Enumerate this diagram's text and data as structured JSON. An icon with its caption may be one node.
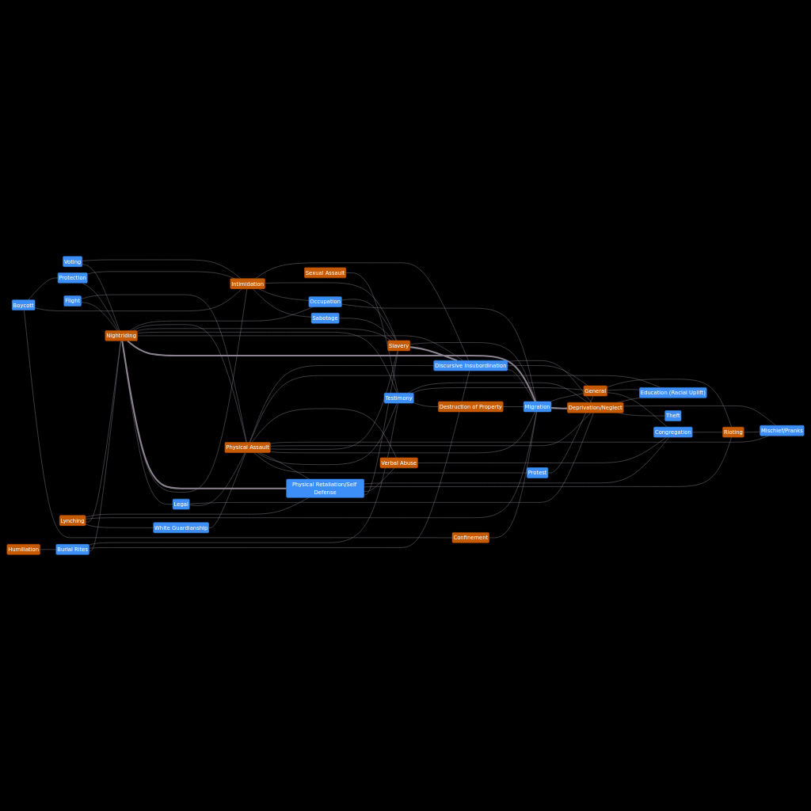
{
  "diagram": {
    "nodes": [
      {
        "text": [
          "Voting"
        ]
      },
      {
        "text": [
          "Humiliation"
        ]
      },
      {
        "text": [
          "Burial Rites"
        ]
      },
      {
        "text": [
          "Boycott"
        ]
      },
      {
        "text": [
          "Flight"
        ]
      },
      {
        "text": [
          "Protection"
        ]
      },
      {
        "text": [
          "White Guardianship"
        ]
      },
      {
        "text": [
          "Confinement"
        ]
      },
      {
        "text": [
          "Lynching"
        ]
      },
      {
        "text": [
          "Nightriding"
        ]
      },
      {
        "text": [
          "Intimidation"
        ]
      },
      {
        "text": [
          "Legal"
        ]
      },
      {
        "text": [
          "Sabotage"
        ]
      },
      {
        "text": [
          "Sexual Assault"
        ]
      },
      {
        "text": [
          "Physical Assault"
        ]
      },
      {
        "text": [
          "Occupation"
        ]
      },
      {
        "text": [
          "Physical Retaliation/Self Defense"
        ]
      },
      {
        "text": [
          "Testimony"
        ]
      },
      {
        "text": [
          "Protest"
        ]
      },
      {
        "text": [
          "Slavery"
        ]
      },
      {
        "text": [
          "Discursive Insubordination"
        ]
      },
      {
        "text": [
          "Destruction of Property"
        ]
      },
      {
        "text": [
          "Verbal Abuse"
        ]
      },
      {
        "text": [
          "Migration"
        ]
      },
      {
        "text": [
          "Deprivation/Neglect"
        ]
      },
      {
        "text": [
          "Mischief/Pranks"
        ]
      },
      {
        "text": [
          "General"
        ]
      },
      {
        "text": [
          "Theft"
        ]
      },
      {
        "text": [
          "Congregation"
        ]
      },
      {
        "text": [
          "Rioting"
        ]
      },
      {
        "text": [
          "Education (Racial Uplift)"
        ]
      }
    ],
    "edges": [
      {
        "from": 1,
        "to": 2,
        "arrow": "none"
      },
      {
        "from": 0,
        "to": 9,
        "arrow": "none"
      },
      {
        "from": 0,
        "to": 10,
        "arrow": "none"
      },
      {
        "from": 3,
        "to": 7,
        "arrow": "none"
      },
      {
        "from": 3,
        "to": 10,
        "arrow": "none"
      },
      {
        "from": 3,
        "to": 5,
        "arrow": "none"
      },
      {
        "from": 5,
        "to": 9,
        "arrow": "none"
      },
      {
        "from": 5,
        "to": 10,
        "arrow": "none"
      },
      {
        "from": 7,
        "to": 23,
        "arrow": "none"
      },
      {
        "from": 4,
        "to": 9,
        "arrow": "none"
      },
      {
        "from": 4,
        "to": 14,
        "arrow": "none"
      },
      {
        "from": 2,
        "to": 9,
        "arrow": "none"
      },
      {
        "from": 2,
        "to": 20,
        "arrow": "none"
      },
      {
        "from": 2,
        "to": 17,
        "arrow": "none"
      },
      {
        "from": 8,
        "to": 6,
        "arrow": "none"
      },
      {
        "from": 8,
        "to": 9,
        "arrow": "none"
      },
      {
        "from": 8,
        "to": 23,
        "arrow": "none"
      },
      {
        "from": 8,
        "to": 16,
        "arrow": "none"
      },
      {
        "from": 6,
        "to": 14,
        "arrow": "none"
      },
      {
        "from": 9,
        "to": 11,
        "arrow": "none"
      },
      {
        "from": 9,
        "to": 10,
        "arrow": "none"
      },
      {
        "from": 9,
        "to": 16,
        "arrow": "none",
        "style": "thick"
      },
      {
        "from": 9,
        "to": 23,
        "arrow": "none",
        "style": "thick"
      },
      {
        "from": 9,
        "to": 20,
        "arrow": "none"
      },
      {
        "from": 9,
        "to": 17,
        "arrow": "none"
      },
      {
        "from": 9,
        "to": 19,
        "arrow": "none"
      },
      {
        "from": 9,
        "to": 14,
        "arrow": "none"
      },
      {
        "from": 9,
        "to": 15,
        "arrow": "none"
      },
      {
        "from": 10,
        "to": 12,
        "arrow": "none"
      },
      {
        "from": 10,
        "to": 15,
        "arrow": "none"
      },
      {
        "from": 10,
        "to": 19,
        "arrow": "none"
      },
      {
        "from": 10,
        "to": 20,
        "arrow": "none"
      },
      {
        "from": 12,
        "to": 19,
        "arrow": "none"
      },
      {
        "from": 15,
        "to": 23,
        "arrow": "none"
      },
      {
        "from": 15,
        "to": 19,
        "arrow": "none"
      },
      {
        "from": 11,
        "to": 14,
        "arrow": "none"
      },
      {
        "from": 11,
        "to": 24,
        "arrow": "none"
      },
      {
        "from": 13,
        "to": 17,
        "arrow": "none"
      },
      {
        "from": 14,
        "to": 18,
        "arrow": "none"
      },
      {
        "from": 14,
        "to": 17,
        "arrow": "none"
      },
      {
        "from": 14,
        "to": 16,
        "arrow": "none"
      },
      {
        "from": 14,
        "to": 23,
        "arrow": "none"
      },
      {
        "from": 14,
        "to": 19,
        "arrow": "none"
      },
      {
        "from": 14,
        "to": 24,
        "arrow": "none"
      },
      {
        "from": 14,
        "to": 25,
        "arrow": "none"
      },
      {
        "from": 14,
        "to": 22,
        "arrow": "none"
      },
      {
        "from": 14,
        "to": 30,
        "arrow": "none"
      },
      {
        "from": 14,
        "to": 20,
        "arrow": "none"
      },
      {
        "from": 17,
        "to": 21,
        "arrow": "none"
      },
      {
        "from": 17,
        "to": 26,
        "arrow": "none"
      },
      {
        "from": 17,
        "to": 24,
        "arrow": "none"
      },
      {
        "from": 18,
        "to": 26,
        "arrow": "none"
      },
      {
        "from": 21,
        "to": 23,
        "arrow": "none"
      },
      {
        "from": 16,
        "to": 19,
        "arrow": "none"
      },
      {
        "from": 16,
        "to": 22,
        "arrow": "none"
      },
      {
        "from": 16,
        "to": 29,
        "arrow": "none"
      },
      {
        "from": 16,
        "to": 28,
        "arrow": "none"
      },
      {
        "from": 19,
        "to": 20,
        "arrow": "none",
        "style": "thick"
      },
      {
        "from": 19,
        "to": 23,
        "arrow": "none"
      },
      {
        "from": 20,
        "to": 23,
        "arrow": "none"
      },
      {
        "from": 20,
        "to": 26,
        "arrow": "none"
      },
      {
        "from": 20,
        "to": 24,
        "arrow": "none"
      },
      {
        "from": 22,
        "to": 28,
        "arrow": "none"
      },
      {
        "from": 23,
        "to": 24,
        "arrow": "none",
        "style": "thick"
      },
      {
        "from": 23,
        "to": 26,
        "arrow": "none"
      },
      {
        "from": 24,
        "to": 27,
        "arrow": "none"
      },
      {
        "from": 24,
        "to": 25,
        "arrow": "none"
      },
      {
        "from": 24,
        "to": 30,
        "arrow": "none"
      },
      {
        "from": 26,
        "to": 28,
        "arrow": "none"
      },
      {
        "from": 26,
        "to": 30,
        "arrow": "none"
      },
      {
        "from": 26,
        "to": 29,
        "arrow": "none"
      },
      {
        "from": 28,
        "to": 29,
        "arrow": "none"
      },
      {
        "from": 29,
        "to": 25,
        "arrow": "none"
      }
    ]
  }
}
